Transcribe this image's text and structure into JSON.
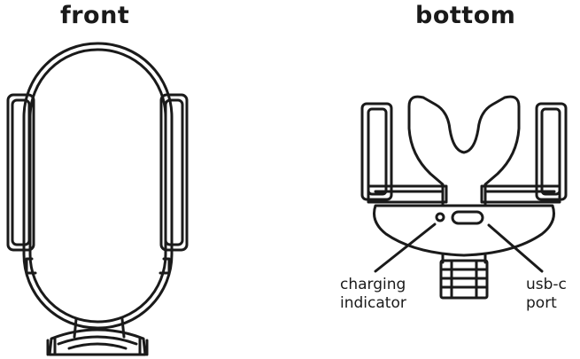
{
  "views": {
    "front": {
      "title": "front"
    },
    "bottom": {
      "title": "bottom"
    }
  },
  "callouts": {
    "charging_indicator": {
      "line1": "charging",
      "line2": "indicator"
    },
    "usb_c_port": {
      "line1": "usb-c",
      "line2": "port"
    }
  },
  "colors": {
    "ink": "#1a1a1a",
    "background": "#ffffff"
  }
}
